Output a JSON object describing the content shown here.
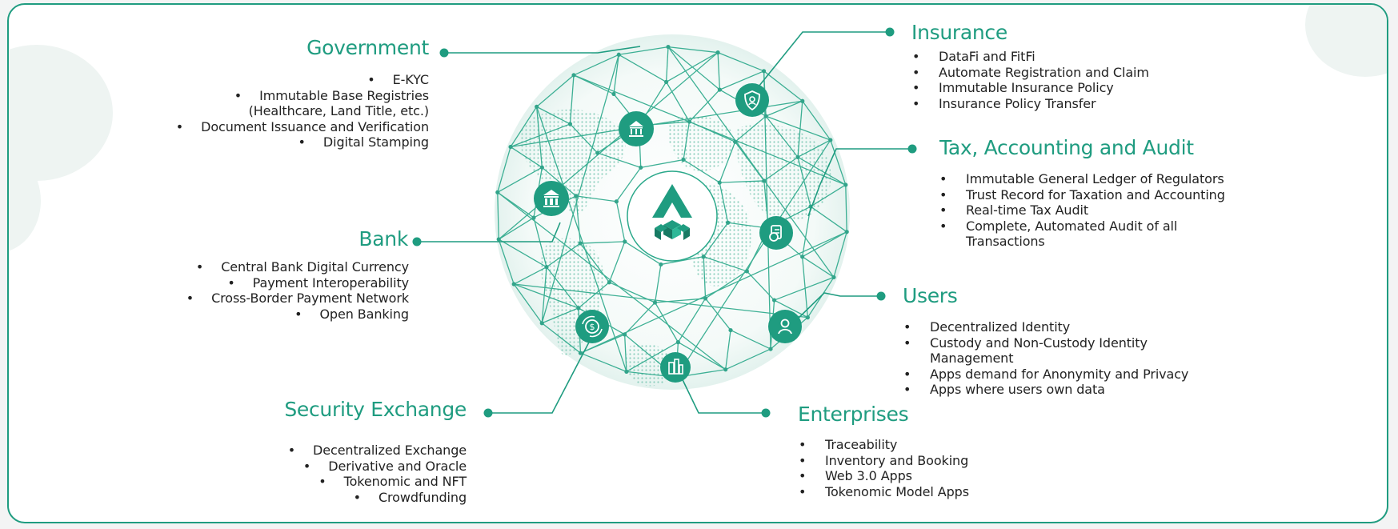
{
  "sections": {
    "government": {
      "title": "Government",
      "items": [
        "E-KYC",
        "Immutable Base Registries",
        "(Healthcare, Land Title, etc.)",
        "Document Issuance and Verification",
        "Digital Stamping"
      ]
    },
    "bank": {
      "title": "Bank",
      "items": [
        "Central Bank Digital Currency",
        "Payment Interoperability",
        "Cross-Border Payment Network",
        "Open Banking"
      ]
    },
    "security_exchange": {
      "title": "Security Exchange",
      "items": [
        "Decentralized Exchange",
        "Derivative and Oracle",
        "Tokenomic and NFT",
        "Crowdfunding"
      ]
    },
    "insurance": {
      "title": "Insurance",
      "items": [
        "DataFi and FitFi",
        "Automate Registration and Claim",
        "Immutable Insurance Policy",
        "Insurance Policy Transfer"
      ]
    },
    "tax": {
      "title": "Tax, Accounting and Audit",
      "items": [
        "Immutable General Ledger of Regulators",
        "Trust Record for Taxation and Accounting",
        "Real-time Tax Audit",
        "Complete, Automated Audit of all",
        "Transactions"
      ]
    },
    "users": {
      "title": "Users",
      "items": [
        "Decentralized Identity",
        "Custody and Non-Custody Identity",
        "Management",
        "Apps demand for Anonymity and Privacy",
        "Apps where users own data"
      ]
    },
    "enterprises": {
      "title": "Enterprises",
      "items": [
        "Traceability",
        "Inventory and Booking",
        "Web 3.0 Apps",
        "Tokenomic Model Apps"
      ]
    }
  },
  "colors": {
    "accent": "#1f9c80",
    "text": "#222222",
    "globe_line": "#2aa88a",
    "background": "#ffffff"
  },
  "icons": [
    "government-building-icon",
    "bank-icon",
    "insurance-shield-icon",
    "tax-document-icon",
    "user-icon",
    "security-exchange-coin-icon",
    "enterprise-buildings-icon",
    "center-logo-icon"
  ]
}
